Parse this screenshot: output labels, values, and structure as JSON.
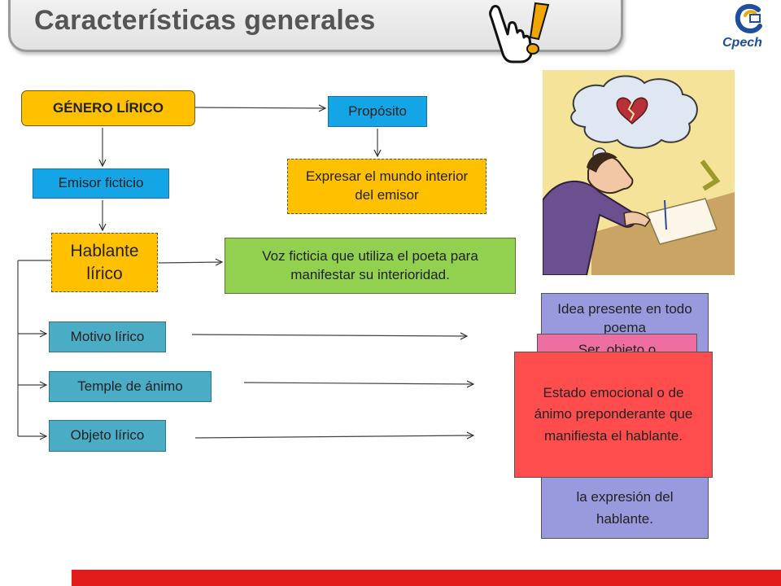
{
  "header": {
    "title": "Características generales",
    "logo_text": "Cpech"
  },
  "diagram": {
    "genero": "GÉNERO LÍRICO",
    "proposito": "Propósito",
    "emisor": "Emisor ficticio",
    "expresar": "Expresar el mundo interior del emisor",
    "hablante": "Hablante lírico",
    "voz": "Voz ficticia que utiliza el poeta para manifestar su interioridad.",
    "motivo": "Motivo lírico",
    "temple": "Temple de ánimo",
    "objeto": "Objeto lírico",
    "motivo_def_top": "Idea presente en todo poema",
    "objeto_def_top": "Ser, objeto o",
    "objeto_def_bottom": "la expresión del hablante.",
    "temple_def": "Estado emocional o de ánimo preponderante que manifiesta el hablante."
  },
  "colors": {
    "yellow": "#ffc000",
    "blue": "#13a5e5",
    "green": "#92d050",
    "teal": "#4bacc6",
    "lavender": "#9999dd",
    "pink": "#ee6ea1",
    "red": "#ff4d4d",
    "bar_red": "#e21b1b"
  },
  "icons": {
    "pointer": "hand-pointer-exclamation-icon",
    "logo": "cpech-logo-icon",
    "illustration": "heartbroken-writer-illustration"
  }
}
